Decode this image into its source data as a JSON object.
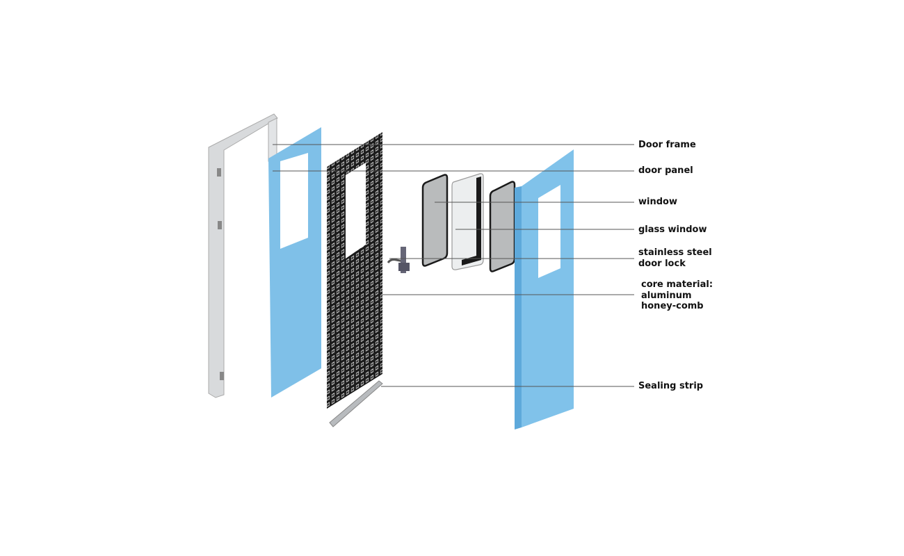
{
  "diagram": {
    "colors": {
      "panel": "#7fc0e8",
      "panel_edge": "#5ea9db",
      "frame": "#d6d9dc",
      "honeycomb": "#1c1c1c",
      "glass": "#b9bbbc"
    },
    "labels": [
      {
        "id": "door-frame",
        "text": "Door frame"
      },
      {
        "id": "door-panel",
        "text": "door panel"
      },
      {
        "id": "window",
        "text": "window"
      },
      {
        "id": "glass-window",
        "text": "glass window"
      },
      {
        "id": "door-lock",
        "text": "stainless steel\ndoor lock"
      },
      {
        "id": "core-material",
        "text": "core material:\naluminum\nhoney-comb"
      },
      {
        "id": "sealing-strip",
        "text": "Sealing strip"
      }
    ]
  }
}
